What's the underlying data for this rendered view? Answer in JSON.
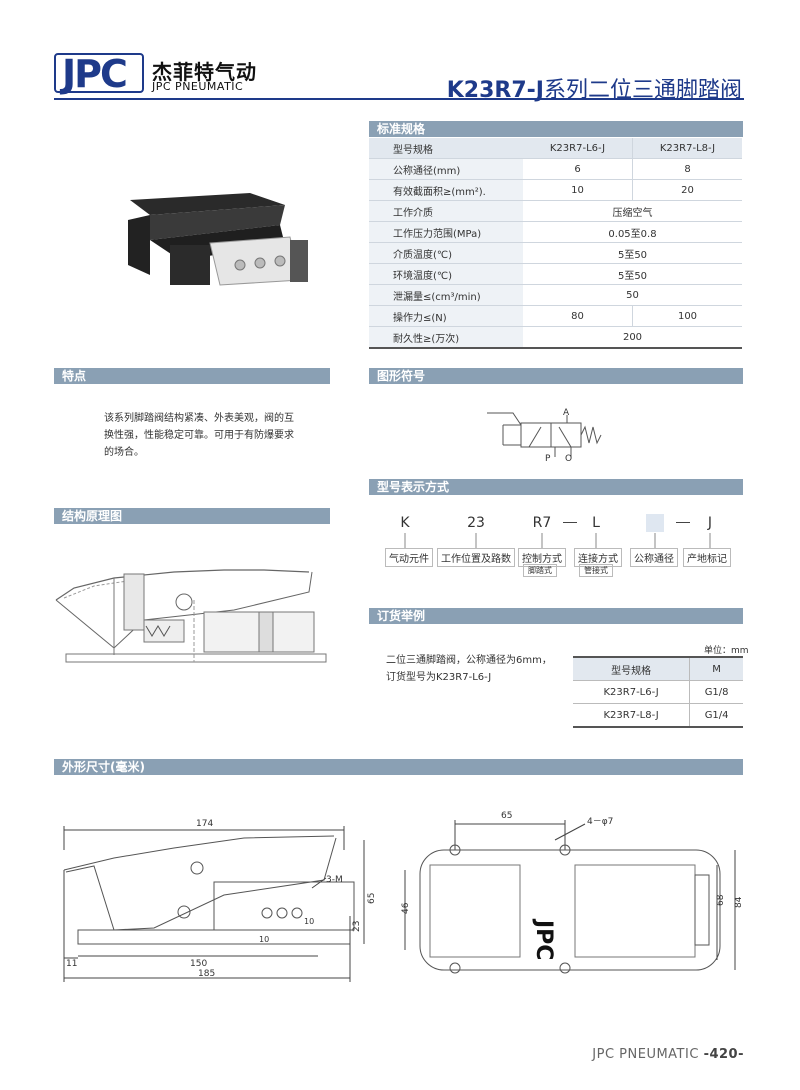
{
  "header": {
    "logo_letters": "JPC",
    "brand_cn": "杰菲特气动",
    "brand_en": "JPC PNEUMATIC",
    "title_model": "K23R7-J",
    "title_suffix": "系列二位三通脚踏阀"
  },
  "sections": {
    "spec": "标准规格",
    "features": "特点",
    "symbol": "图形符号",
    "model_code": "型号表示方式",
    "structure": "结构原理图",
    "order": "订货举例",
    "dimensions": "外形尺寸(毫米)"
  },
  "spec_table": {
    "header": {
      "label": "型号规格",
      "col1": "K23R7-L6-J",
      "col2": "K23R7-L8-J"
    },
    "rows": [
      {
        "label": "公称通径(mm)",
        "v1": "6",
        "v2": "8"
      },
      {
        "label": "有效截面积≥(mm²).",
        "v1": "10",
        "v2": "20"
      },
      {
        "label": "工作介质",
        "merged": "压缩空气"
      },
      {
        "label": "工作压力范围(MPa)",
        "merged": "0.05至0.8"
      },
      {
        "label": "介质温度(℃)",
        "merged": "5至50"
      },
      {
        "label": "环境温度(℃)",
        "merged": "5至50"
      },
      {
        "label": "泄漏量≤(cm³/min)",
        "merged": "50"
      },
      {
        "label": "操作力≤(N)",
        "v1": "80",
        "v2": "100"
      },
      {
        "label": "耐久性≥(万次)",
        "merged": "200"
      }
    ]
  },
  "features_text": "该系列脚踏阀结构紧凑、外表美观，阀的互换性强，性能稳定可靠。可用于有防爆要求的场合。",
  "symbol_labels": {
    "a": "A",
    "p": "P",
    "o": "O"
  },
  "model_code": {
    "parts": [
      "K",
      "23",
      "R7",
      "L",
      "J"
    ],
    "captions": [
      "气动元件",
      "工作位置及路数",
      "控制方式",
      "连接方式",
      "公称通径",
      "产地标记"
    ],
    "sub_captions": [
      "脚踏式",
      "管接式"
    ]
  },
  "order": {
    "text": "二位三通脚踏阀，公称通径为6mm，订货型号为K23R7-L6-J",
    "unit": "单位：mm",
    "header": {
      "c1": "型号规格",
      "c2": "M"
    },
    "rows": [
      {
        "c1": "K23R7-L6-J",
        "c2": "G1/8"
      },
      {
        "c1": "K23R7-L8-J",
        "c2": "G1/4"
      }
    ]
  },
  "dims_side": {
    "d174": "174",
    "d3m": "3-M",
    "d65": "65",
    "d10a": "10",
    "d10b": "10",
    "d23": "23",
    "d11": "11",
    "d150": "150",
    "d185": "185"
  },
  "dims_top": {
    "d65": "65",
    "d4phi7": "4－φ7",
    "d46": "46",
    "d68": "68",
    "d84": "84",
    "logo": "JPC"
  },
  "footer": {
    "brand": "JPC PNEUMATIC",
    "page": "-420-"
  },
  "colors": {
    "brand_blue": "#1e3a8a",
    "section_bar": "#8aa0b4"
  }
}
